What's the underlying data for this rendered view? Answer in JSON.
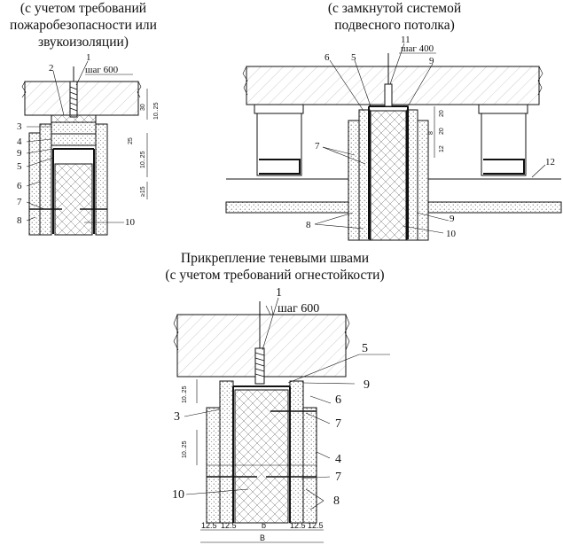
{
  "captions": {
    "left": [
      "(с учетом требований",
      "пожаробезопасности или",
      "звукоизоляции)"
    ],
    "right": [
      "(с замкнутой системой",
      "подвесного потолка)"
    ],
    "bottom": [
      "Прикрепление теневыми швами",
      "(с учетом требований огнестойкости)"
    ]
  },
  "left_detail": {
    "step": "шаг 600",
    "callouts": [
      "1",
      "2",
      "3",
      "4",
      "9",
      "5",
      "6",
      "7",
      "8",
      "10"
    ],
    "dims": [
      "30",
      "10..25",
      "25",
      "10..25",
      "≥15"
    ]
  },
  "right_detail": {
    "step": "шаг 400",
    "callouts": [
      "6",
      "5",
      "11",
      "9",
      "7",
      "12",
      "8",
      "9",
      "10"
    ],
    "dims": [
      "20",
      "8",
      "20",
      "12"
    ]
  },
  "bottom_detail": {
    "step": "шаг 600",
    "callouts": [
      "1",
      "5",
      "9",
      "6",
      "3",
      "7",
      "4",
      "7",
      "10",
      "8"
    ],
    "dims_left": [
      "10..25",
      "10..25"
    ],
    "dims_bottom": [
      "12.5",
      "12.5",
      "b",
      "12.5",
      "12.5",
      "B"
    ]
  }
}
